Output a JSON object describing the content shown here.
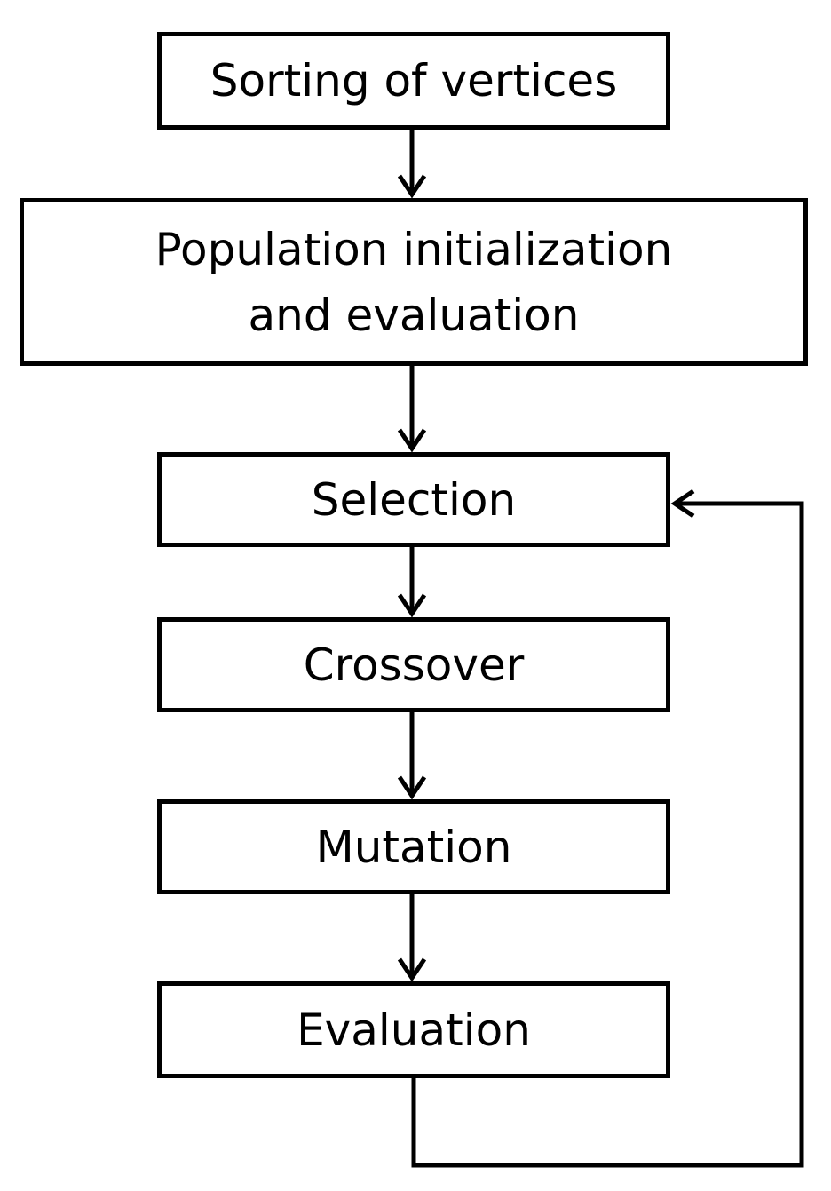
{
  "nodes": {
    "sorting": "Sorting of vertices",
    "population_line1": "Population initialization",
    "population_line2": "and evaluation",
    "selection": "Selection",
    "crossover": "Crossover",
    "mutation": "Mutation",
    "evaluation": "Evaluation"
  },
  "colors": {
    "stroke": "#000000",
    "background": "#ffffff"
  }
}
